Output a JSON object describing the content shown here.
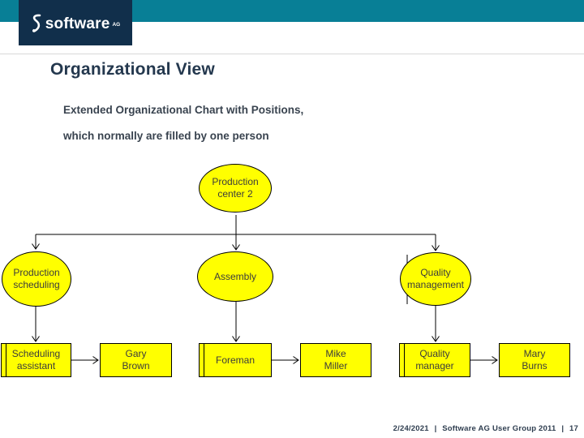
{
  "brand": {
    "teal": "#087F96",
    "navy": "#112F4B",
    "logo_text": "software",
    "logo_suffix": "AG"
  },
  "slide": {
    "title": "Organizational View",
    "subtitle_line1": "Extended Organizational Chart with Positions,",
    "subtitle_line2": "which normally are filled by one person"
  },
  "org_chart": {
    "node_fill": "#FFFF00",
    "root": {
      "shape": "ellipse",
      "line1": "Production",
      "line2": "center 2"
    },
    "units": [
      {
        "shape": "ellipse",
        "line1": "Production",
        "line2": "scheduling"
      },
      {
        "shape": "ellipse",
        "line1": "Assembly",
        "line2": ""
      },
      {
        "shape": "ellipse",
        "line1": "Quality",
        "line2": "management"
      }
    ],
    "positions": [
      {
        "shape": "rect",
        "line1": "Scheduling",
        "line2": "assistant"
      },
      {
        "shape": "rect",
        "line1": "Foreman",
        "line2": ""
      },
      {
        "shape": "rect",
        "line1": "Quality",
        "line2": "manager"
      }
    ],
    "persons": [
      {
        "shape": "rect",
        "line1": "Gary",
        "line2": "Brown"
      },
      {
        "shape": "rect",
        "line1": "Mike",
        "line2": "Miller"
      },
      {
        "shape": "rect",
        "line1": "Mary",
        "line2": "Burns"
      }
    ]
  },
  "footer": {
    "date": "2/24/2021",
    "separator": "|",
    "event": "Software AG User Group 2011",
    "page": "17"
  }
}
